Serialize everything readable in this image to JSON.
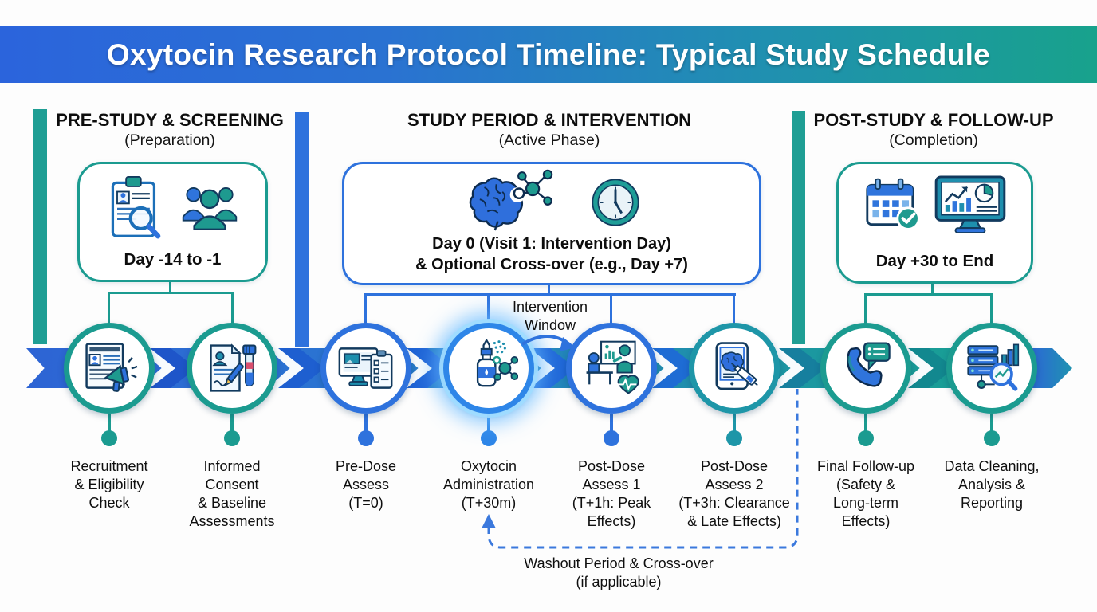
{
  "header": {
    "title": "Oxytocin Research Protocol Timeline: Typical Study Schedule"
  },
  "phases": [
    {
      "title": "PRE-STUDY & SCREENING",
      "subtitle": "(Preparation)",
      "day_label": "Day -14 to -1",
      "icons": [
        "clipboard-magnifier-icon",
        "participants-icon"
      ]
    },
    {
      "title": "STUDY PERIOD & INTERVENTION",
      "subtitle": "(Active Phase)",
      "day_label": "Day 0 (Visit 1: Intervention Day)\n& Optional Cross-over (e.g., Day +7)",
      "icons": [
        "brain-molecule-icon",
        "clock-icon"
      ]
    },
    {
      "title": "POST-STUDY & FOLLOW-UP",
      "subtitle": "(Completion)",
      "day_label": "Day +30 to End",
      "icons": [
        "calendar-check-icon",
        "monitor-analytics-icon"
      ]
    }
  ],
  "timeline": {
    "nodes": [
      {
        "label": "Recruitment\n& Eligibility\nCheck",
        "icon": "recruitment-megaphone-icon",
        "accent": "#1b9b90"
      },
      {
        "label": "Informed\nConsent\n& Baseline\nAssessments",
        "icon": "consent-document-icon",
        "accent": "#1b9b90"
      },
      {
        "label": "Pre-Dose\nAssess\n(T=0)",
        "icon": "predose-monitor-icon",
        "accent": "#2e72dd"
      },
      {
        "label": "Oxytocin\nAdministration\n(T+30m)",
        "icon": "nasal-spray-icon",
        "accent": "#2e86e8",
        "highlighted": true
      },
      {
        "label": "Post-Dose\nAssess 1\n(T+1h: Peak\nEffects)",
        "icon": "session-assessment-icon",
        "accent": "#2e72dd"
      },
      {
        "label": "Post-Dose\nAssess 2\n(T+3h: Clearance\n& Late Effects)",
        "icon": "tablet-syringe-icon",
        "accent": "#1e96a8"
      },
      {
        "label": "Final Follow-up\n(Safety &\nLong-term\nEffects)",
        "icon": "phone-followup-icon",
        "accent": "#1b9b90"
      },
      {
        "label": "Data Cleaning,\nAnalysis &\nReporting",
        "icon": "data-analysis-icon",
        "accent": "#1b9b90"
      }
    ]
  },
  "annotations": {
    "intervention_window": "Intervention\nWindow",
    "washout": "Washout Period & Cross-over\n(if applicable)"
  },
  "colors": {
    "teal": "#1b9b90",
    "blue": "#2e72dd",
    "header_gradient_start": "#2b64dc",
    "header_gradient_end": "#18a28c",
    "highlight_glow": "#8fd4ff",
    "dashed_line": "#3b79dd",
    "text": "#111111"
  }
}
